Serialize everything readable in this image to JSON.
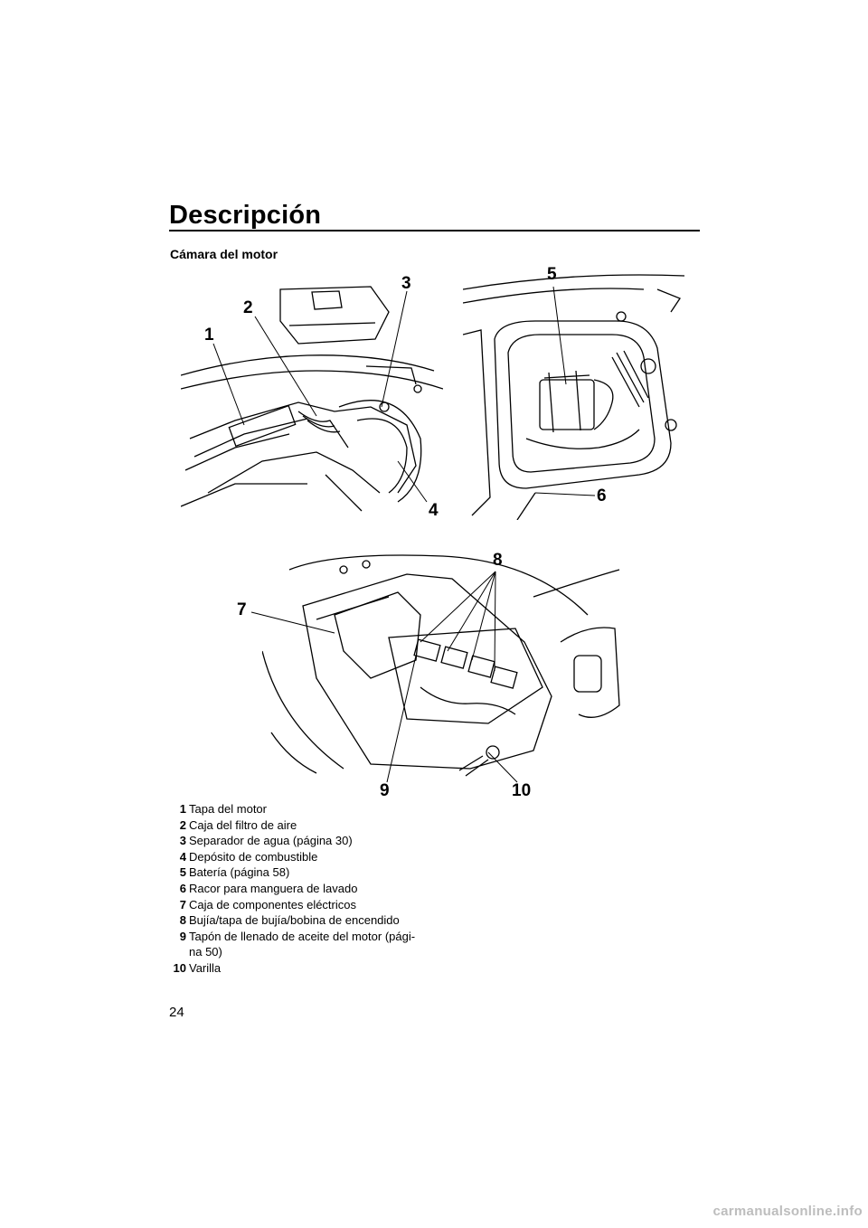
{
  "page": {
    "title": "Descripción",
    "section_heading": "Cámara del motor",
    "page_number": "24",
    "watermark": "carmanualsonline.info"
  },
  "figures": {
    "top_left_callouts": [
      "1",
      "2",
      "3",
      "4"
    ],
    "top_right_callouts": [
      "5",
      "6"
    ],
    "bottom_callouts": [
      "7",
      "8",
      "9",
      "10"
    ]
  },
  "legend": [
    {
      "num": "1",
      "text": "Tapa del motor"
    },
    {
      "num": "2",
      "text": "Caja del filtro de aire"
    },
    {
      "num": "3",
      "text": "Separador de agua (página 30)"
    },
    {
      "num": "4",
      "text": "Depósito de combustible"
    },
    {
      "num": "5",
      "text": "Batería (página 58)"
    },
    {
      "num": "6",
      "text": "Racor para manguera de lavado"
    },
    {
      "num": "7",
      "text": "Caja de componentes eléctricos"
    },
    {
      "num": "8",
      "text": "Bujía/tapa de bujía/bobina de encendido"
    },
    {
      "num": "9",
      "text": "Tapón de llenado de aceite del motor (pági-\nna 50)"
    },
    {
      "num": "10",
      "text": "Varilla"
    }
  ]
}
